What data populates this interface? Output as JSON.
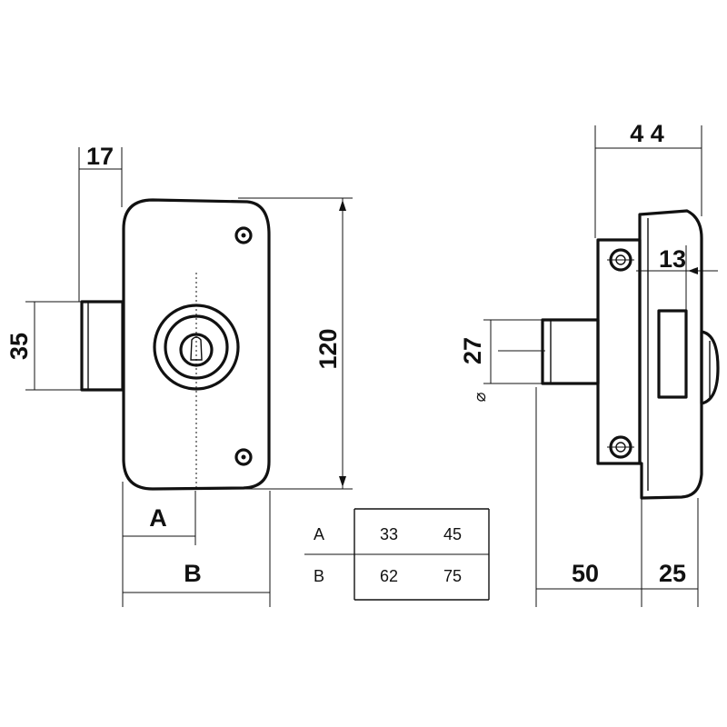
{
  "dimensions": {
    "front": {
      "d17": "17",
      "d35": "35",
      "d120": "120",
      "dA": "A",
      "dB": "B"
    },
    "side": {
      "d44": "4 4",
      "d13": "13",
      "d27": "27",
      "diameter_symbol": "⌀",
      "d50": "50",
      "d25": "25"
    }
  },
  "size_table": {
    "rows": [
      {
        "label": "A",
        "values": [
          "33",
          "45"
        ]
      },
      {
        "label": "B",
        "values": [
          "62",
          "75"
        ]
      }
    ]
  }
}
